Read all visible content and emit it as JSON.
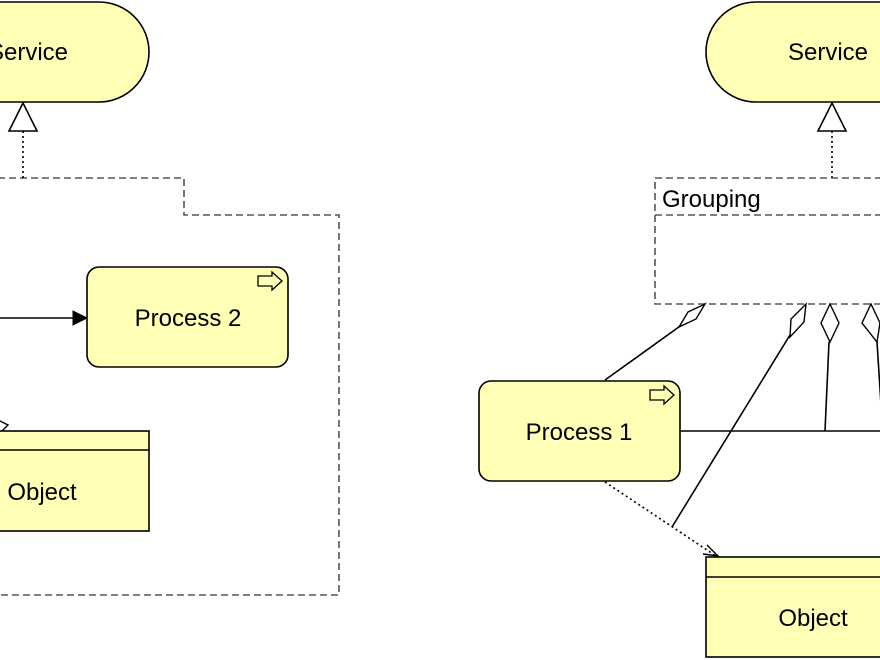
{
  "colors": {
    "element_fill": "#ffffb5",
    "element_stroke": "#000000",
    "background": "#ffffff",
    "group_stroke": "#555555"
  },
  "left": {
    "service_label": "Service",
    "process2_label": "Process 2",
    "object_label": "Object"
  },
  "right": {
    "service_label": "Service",
    "grouping_label": "Grouping",
    "process1_label": "Process 1",
    "object_label": "Object"
  },
  "icons": {
    "process": "arrow-right-icon",
    "realization": "hollow-triangle-arrowhead",
    "aggregation": "hollow-diamond"
  }
}
